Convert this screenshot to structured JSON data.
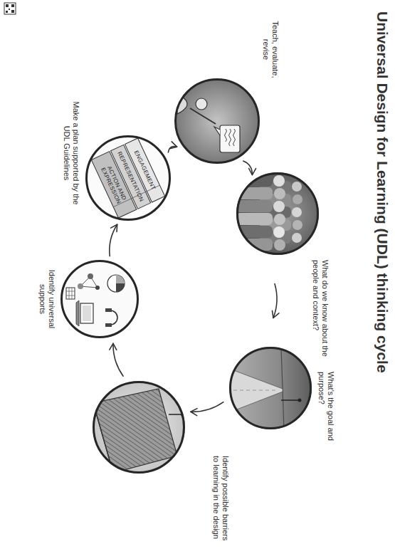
{
  "diagram": {
    "title": "Universal Design for Learning (UDL) thinking cycle",
    "nodes": [
      {
        "text": [
          "What do we know about the people and context?"
        ]
      },
      {
        "text": [
          "What's the goal and purpose?"
        ]
      },
      {
        "text": [
          "Identify possible barriers to learning in the design"
        ]
      },
      {
        "text": [
          "Identify universal supports"
        ]
      },
      {
        "text": [
          "Make a plan supported by the UDL Guidelines"
        ]
      },
      {
        "text": [
          "Teach, evaluate, revise"
        ]
      }
    ],
    "edges": [
      {
        "from": 0,
        "to": 1,
        "arrow": "to"
      },
      {
        "from": 1,
        "to": 2,
        "arrow": "to"
      },
      {
        "from": 2,
        "to": 3,
        "arrow": "to"
      },
      {
        "from": 3,
        "to": 4,
        "arrow": "to"
      },
      {
        "from": 4,
        "to": 5,
        "arrow": "to"
      },
      {
        "from": 5,
        "to": 0,
        "arrow": "to"
      }
    ],
    "labels": [
      "ENGAGEMENT",
      "REPRESENTATION",
      "ACTION AND EXPRESSION"
    ]
  }
}
